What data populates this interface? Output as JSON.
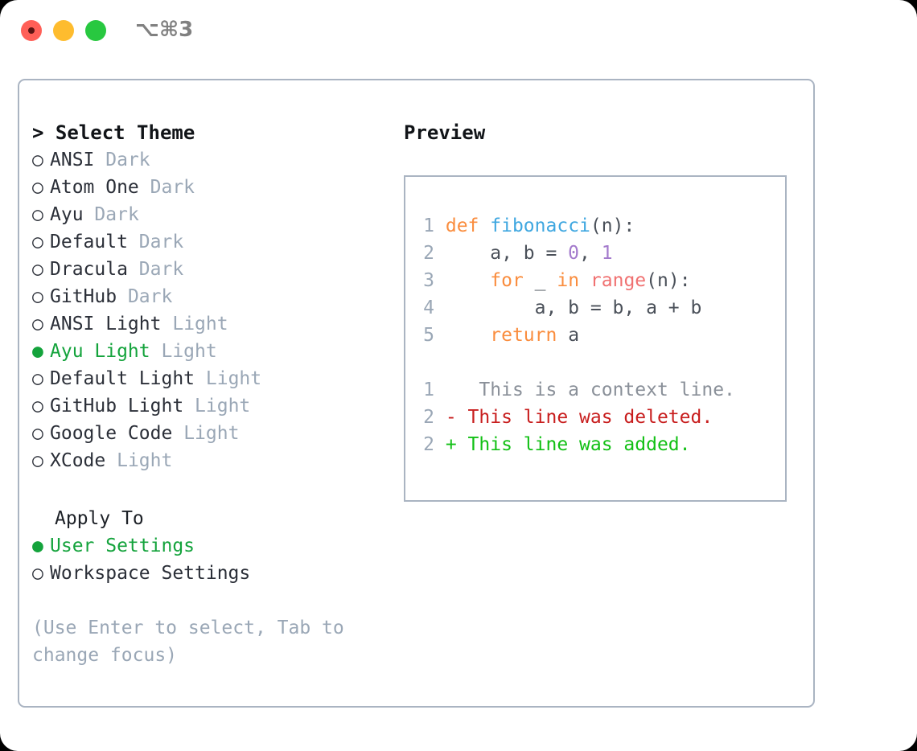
{
  "titlebar": {
    "shortcut": "⌥⌘3",
    "buttons": [
      {
        "name": "close",
        "color": "#ff5f57"
      },
      {
        "name": "minimize",
        "color": "#febc2e"
      },
      {
        "name": "maximize",
        "color": "#28c840"
      }
    ]
  },
  "theme_picker": {
    "header": "> Select Theme",
    "marker_selected": "●",
    "marker_unselected": "○",
    "accent_color": "#14a33c",
    "items": [
      {
        "marker": "○",
        "name": "ANSI",
        "kind": "Dark",
        "selected": false
      },
      {
        "marker": "○",
        "name": "Atom One",
        "kind": "Dark",
        "selected": false
      },
      {
        "marker": "○",
        "name": "Ayu",
        "kind": "Dark",
        "selected": false
      },
      {
        "marker": "○",
        "name": "Default",
        "kind": "Dark",
        "selected": false
      },
      {
        "marker": "○",
        "name": "Dracula",
        "kind": "Dark",
        "selected": false
      },
      {
        "marker": "○",
        "name": "GitHub",
        "kind": "Dark",
        "selected": false
      },
      {
        "marker": "○",
        "name": "ANSI Light",
        "kind": "Light",
        "selected": false
      },
      {
        "marker": "●",
        "name": "Ayu Light",
        "kind": "Light",
        "selected": true
      },
      {
        "marker": "○",
        "name": "Default Light",
        "kind": "Light",
        "selected": false
      },
      {
        "marker": "○",
        "name": "GitHub Light",
        "kind": "Light",
        "selected": false
      },
      {
        "marker": "○",
        "name": "Google Code",
        "kind": "Light",
        "selected": false
      },
      {
        "marker": "○",
        "name": "XCode",
        "kind": "Light",
        "selected": false
      }
    ]
  },
  "apply_to": {
    "header": "Apply To",
    "options": [
      {
        "marker": "●",
        "label": "User Settings",
        "selected": true
      },
      {
        "marker": "○",
        "label": "Workspace Settings",
        "selected": false
      }
    ]
  },
  "hint": "(Use Enter to select, Tab to change focus)",
  "preview": {
    "header": "Preview",
    "code_lines": [
      {
        "num": "1",
        "tokens": [
          {
            "t": " ",
            "c": "plain"
          },
          {
            "t": "def",
            "c": "kw"
          },
          {
            "t": " ",
            "c": "plain"
          },
          {
            "t": "fibonacci",
            "c": "fn"
          },
          {
            "t": "(n):",
            "c": "plain"
          }
        ]
      },
      {
        "num": "2",
        "tokens": [
          {
            "t": "     a, b = ",
            "c": "plain"
          },
          {
            "t": "0",
            "c": "num"
          },
          {
            "t": ", ",
            "c": "plain"
          },
          {
            "t": "1",
            "c": "num"
          }
        ]
      },
      {
        "num": "3",
        "tokens": [
          {
            "t": "     ",
            "c": "plain"
          },
          {
            "t": "for",
            "c": "kw"
          },
          {
            "t": " _ ",
            "c": "plain"
          },
          {
            "t": "in",
            "c": "kw"
          },
          {
            "t": " ",
            "c": "plain"
          },
          {
            "t": "range",
            "c": "call"
          },
          {
            "t": "(n):",
            "c": "plain"
          }
        ]
      },
      {
        "num": "4",
        "tokens": [
          {
            "t": "         a, b = b, a + b",
            "c": "plain"
          }
        ]
      },
      {
        "num": "5",
        "tokens": [
          {
            "t": "     ",
            "c": "plain"
          },
          {
            "t": "return",
            "c": "kw"
          },
          {
            "t": " a",
            "c": "plain"
          }
        ]
      }
    ],
    "diff_lines": [
      {
        "num": "1",
        "sign": " ",
        "text": "  This is a context line.",
        "c": "ctx"
      },
      {
        "num": "2",
        "sign": "-",
        "text": " This line was deleted.",
        "c": "del"
      },
      {
        "num": "2",
        "sign": "+",
        "text": " This line was added.",
        "c": "add"
      }
    ]
  },
  "colors": {
    "panel_border": "#aab4c2",
    "keyword": "#fa8d3e",
    "function": "#3fa7e0",
    "number": "#a37acc",
    "call": "#f07171",
    "muted": "#9aa7b6",
    "deleted": "#c81e1e",
    "added": "#12c015"
  }
}
